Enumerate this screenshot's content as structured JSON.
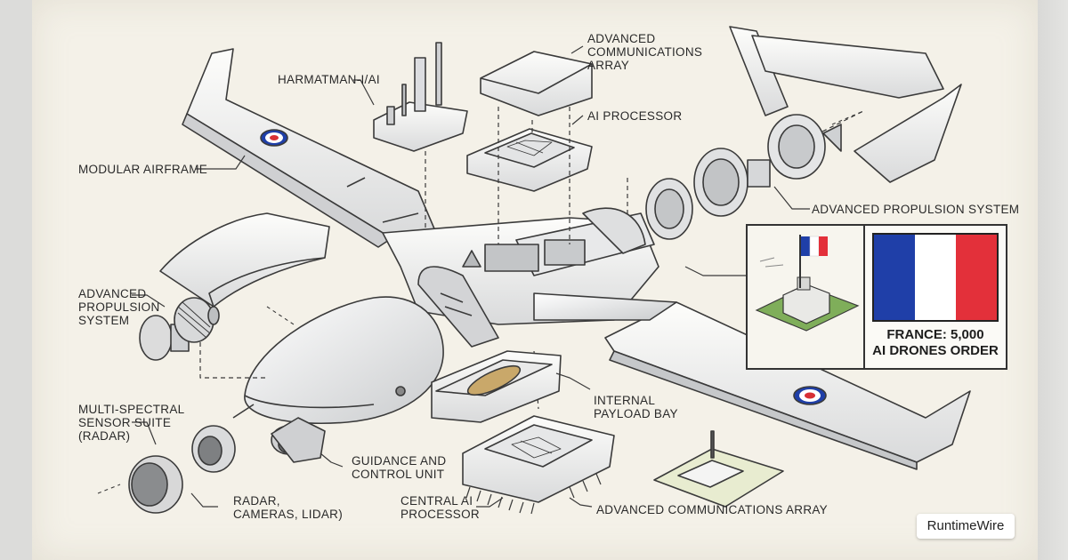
{
  "labels": {
    "harmatman": "HARMATMAN-I/AI",
    "adv_comm_top": "ADVANCED\nCOMMUNICATIONS\nARRAY",
    "ai_processor": "AI PROCESSOR",
    "modular_airframe": "MODULAR AIRFRAME",
    "adv_propulsion_right": "ADVANCED PROPULSION SYSTEM",
    "adv_propulsion_left": "ADVANCED\nPROPULSION\nSYSTEM",
    "multi_spectral": "MULTI-SPECTRAL\nSENSOR SUITE\n(RADAR)",
    "internal_payload": "INTERNAL\nPAYLOAD BAY",
    "guidance": "GUIDANCE AND\nCONTROL UNIT",
    "radar_cameras": "RADAR,\nCAMERAS, LIDAR)",
    "central_ai": "CENTRAL AI\nPROCESSOR",
    "adv_comm_bottom": "ADVANCED COMMUNICATIONS ARRAY"
  },
  "callout": {
    "caption": "FRANCE: 5,000\nAI DRONES ORDER",
    "flag_colors": [
      "#1f3fa8",
      "#ffffff",
      "#e3303a"
    ]
  },
  "watermark": {
    "text": "RuntimeWire"
  },
  "colors": {
    "paper": "#f4f1e8",
    "ink": "#2a2a2a",
    "roundel_blue": "#1f3fa8",
    "roundel_red": "#d73035"
  },
  "icons": [
    "roundel-icon",
    "antenna-icon",
    "chip-icon",
    "fan-icon",
    "camera-icon",
    "building-icon",
    "router-icon"
  ]
}
